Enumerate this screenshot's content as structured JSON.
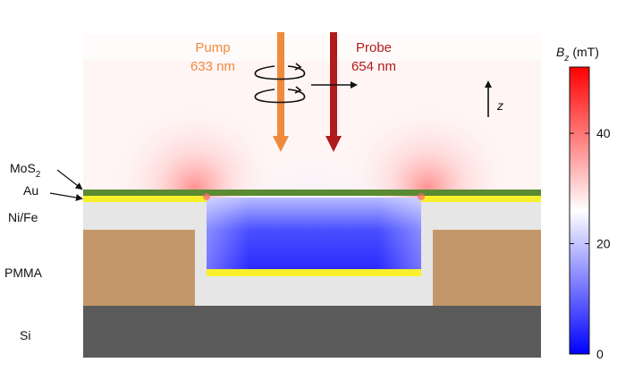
{
  "beams": {
    "pump": {
      "label": "Pump",
      "wavelength": "633 nm",
      "color": "#f08a3c"
    },
    "probe": {
      "label": "Probe",
      "wavelength": "654 nm",
      "color": "#b01c1c"
    }
  },
  "axis_label": "z",
  "layers": {
    "mos2": {
      "text": "MoS",
      "sub": "2",
      "color": "#5a8a32"
    },
    "au": {
      "text": "Au",
      "color": "#f7f02a"
    },
    "nife": {
      "text": "Ni/Fe",
      "color": "#e6e6e6"
    },
    "pmma": {
      "text": "PMMA",
      "color": "#c4976a"
    },
    "si": {
      "text": "Si",
      "color": "#5b5b5b"
    }
  },
  "colorbar": {
    "title_symbol": "B",
    "title_sub": "z",
    "title_unit": "(mT)",
    "ticks": [
      "0",
      "20",
      "40"
    ],
    "range": [
      0,
      52
    ],
    "colors": {
      "low": "#0000ff",
      "mid": "#ffffff",
      "high": "#ff0000"
    }
  }
}
